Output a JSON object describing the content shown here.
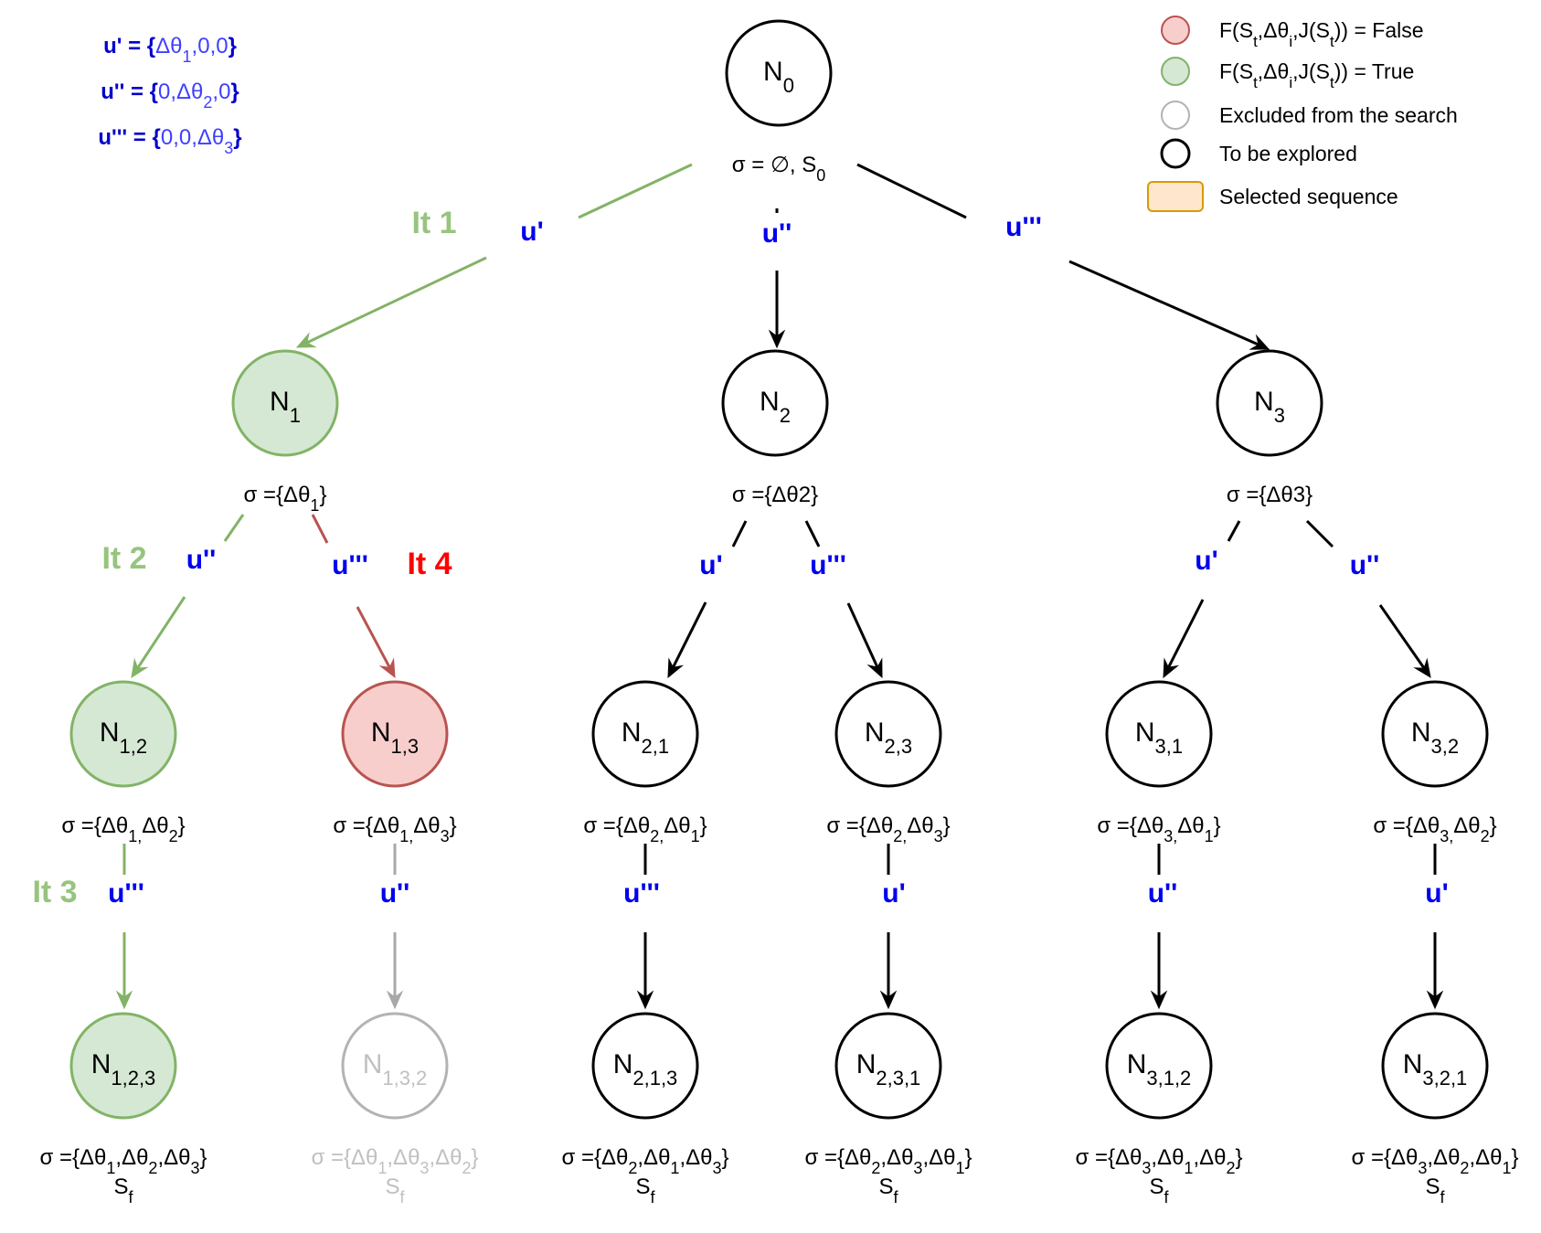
{
  "definitions": [
    {
      "name": "u'",
      "eq": " = {",
      "vals": [
        {
          "t": "Δθ"
        },
        {
          "s": "1"
        },
        {
          "t": ",0,0"
        }
      ],
      "close": "}"
    },
    {
      "name": "u''",
      "eq": " = {",
      "vals": [
        {
          "t": "0,Δθ"
        },
        {
          "s": "2"
        },
        {
          "t": ",0"
        }
      ],
      "close": "}"
    },
    {
      "name": "u'''",
      "eq": " = {",
      "vals": [
        {
          "t": "0,0,Δθ"
        },
        {
          "s": "3"
        }
      ],
      "close": "}"
    }
  ],
  "legend": [
    {
      "kind": "false",
      "parts": [
        {
          "t": "F(S"
        },
        {
          "s": "t"
        },
        {
          "t": ",Δθ"
        },
        {
          "s": "i"
        },
        {
          "t": ",J(S"
        },
        {
          "s": "t"
        },
        {
          "t": ")) = False"
        }
      ]
    },
    {
      "kind": "true",
      "parts": [
        {
          "t": "F(S"
        },
        {
          "s": "t"
        },
        {
          "t": ",Δθ"
        },
        {
          "s": "i"
        },
        {
          "t": ",J(S"
        },
        {
          "s": "t"
        },
        {
          "t": ")) = True"
        }
      ]
    },
    {
      "kind": "excluded",
      "parts": [
        {
          "t": "Excluded from the search"
        }
      ]
    },
    {
      "kind": "explore",
      "parts": [
        {
          "t": "To be explored"
        }
      ]
    },
    {
      "kind": "selected",
      "parts": [
        {
          "t": "Selected sequence"
        }
      ]
    }
  ],
  "colors": {
    "true_fill": "#d5e8d4",
    "true_stroke": "#82b366",
    "false_fill": "#f8cecc",
    "false_stroke": "#b85450",
    "excluded_stroke": "#b3b3b3",
    "excluded_text": "#c0c0c0",
    "selected_fill": "#ffe6cc",
    "selected_stroke": "#d79b00",
    "edge_blue": "#0000ee",
    "iter_green": "#97c47e",
    "iter_red": "#ff0000",
    "def_blue": "#3f3fff",
    "def_name_blue": "#0000cc"
  },
  "nodes": [
    {
      "id": "N0",
      "status": "explore",
      "base": "N",
      "sub": "0",
      "sigma": [
        {
          "t": "σ = ∅, S"
        },
        {
          "s": "0"
        }
      ],
      "sf": ""
    },
    {
      "id": "N1",
      "status": "true",
      "base": "N",
      "sub": "1",
      "sigma": [
        {
          "t": "σ ={Δθ"
        },
        {
          "s": "1"
        },
        {
          "t": "}"
        }
      ],
      "sf": ""
    },
    {
      "id": "N2",
      "status": "explore",
      "base": "N",
      "sub": "2",
      "sigma": [
        {
          "t": "σ ={Δθ2}"
        }
      ],
      "sf": ""
    },
    {
      "id": "N3",
      "status": "explore",
      "base": "N",
      "sub": "3",
      "sigma": [
        {
          "t": "σ ={Δθ3}"
        }
      ],
      "sf": ""
    },
    {
      "id": "N12",
      "status": "true",
      "base": "N",
      "sub": "1,2",
      "sigma": [
        {
          "t": "σ ={Δθ"
        },
        {
          "s": "1,"
        },
        {
          "t": "Δθ"
        },
        {
          "s": "2"
        },
        {
          "t": "}"
        }
      ],
      "sf": ""
    },
    {
      "id": "N13",
      "status": "false",
      "base": "N",
      "sub": "1,3",
      "sigma": [
        {
          "t": "σ ={Δθ"
        },
        {
          "s": "1,"
        },
        {
          "t": "Δθ"
        },
        {
          "s": "3"
        },
        {
          "t": "}"
        }
      ],
      "sf": ""
    },
    {
      "id": "N21",
      "status": "explore",
      "base": "N",
      "sub": "2,1",
      "sigma": [
        {
          "t": "σ ={Δθ"
        },
        {
          "s": "2,"
        },
        {
          "t": "Δθ"
        },
        {
          "s": "1"
        },
        {
          "t": "}"
        }
      ],
      "sf": ""
    },
    {
      "id": "N23",
      "status": "explore",
      "base": "N",
      "sub": "2,3",
      "sigma": [
        {
          "t": "σ ={Δθ"
        },
        {
          "s": "2,"
        },
        {
          "t": "Δθ"
        },
        {
          "s": "3"
        },
        {
          "t": "}"
        }
      ],
      "sf": ""
    },
    {
      "id": "N31",
      "status": "explore",
      "base": "N",
      "sub": "3,1",
      "sigma": [
        {
          "t": "σ ={Δθ"
        },
        {
          "s": "3,"
        },
        {
          "t": "Δθ"
        },
        {
          "s": "1"
        },
        {
          "t": "}"
        }
      ],
      "sf": ""
    },
    {
      "id": "N32",
      "status": "explore",
      "base": "N",
      "sub": "3,2",
      "sigma": [
        {
          "t": "σ ={Δθ"
        },
        {
          "s": "3,"
        },
        {
          "t": "Δθ"
        },
        {
          "s": "2"
        },
        {
          "t": "}"
        }
      ],
      "sf": ""
    },
    {
      "id": "N123",
      "status": "true",
      "base": "N",
      "sub": "1,2,3",
      "sigma": [
        {
          "t": "σ ={Δθ"
        },
        {
          "s": "1"
        },
        {
          "t": ",Δθ"
        },
        {
          "s": "2"
        },
        {
          "t": ",Δθ"
        },
        {
          "s": "3"
        },
        {
          "t": "}"
        }
      ],
      "sf": "S",
      "sf_sub": "f"
    },
    {
      "id": "N132",
      "status": "excluded",
      "base": "N",
      "sub": "1,3,2",
      "sigma": [
        {
          "t": "σ ={Δθ"
        },
        {
          "s": "1"
        },
        {
          "t": ",Δθ"
        },
        {
          "s": "3"
        },
        {
          "t": ",Δθ"
        },
        {
          "s": "2"
        },
        {
          "t": "}"
        }
      ],
      "sf": "S",
      "sf_sub": "f"
    },
    {
      "id": "N213",
      "status": "explore",
      "base": "N",
      "sub": "2,1,3",
      "sigma": [
        {
          "t": "σ ={Δθ"
        },
        {
          "s": "2"
        },
        {
          "t": ",Δθ"
        },
        {
          "s": "1"
        },
        {
          "t": ",Δθ"
        },
        {
          "s": "3"
        },
        {
          "t": "}"
        }
      ],
      "sf": "S",
      "sf_sub": "f"
    },
    {
      "id": "N231",
      "status": "explore",
      "base": "N",
      "sub": "2,3,1",
      "sigma": [
        {
          "t": "σ ={Δθ"
        },
        {
          "s": "2"
        },
        {
          "t": ",Δθ"
        },
        {
          "s": "3"
        },
        {
          "t": ",Δθ"
        },
        {
          "s": "1"
        },
        {
          "t": "}"
        }
      ],
      "sf": "S",
      "sf_sub": "f"
    },
    {
      "id": "N312",
      "status": "explore",
      "base": "N",
      "sub": "3,1,2",
      "sigma": [
        {
          "t": "σ ={Δθ"
        },
        {
          "s": "3"
        },
        {
          "t": ",Δθ"
        },
        {
          "s": "1"
        },
        {
          "t": ",Δθ"
        },
        {
          "s": "2"
        },
        {
          "t": "}"
        }
      ],
      "sf": "S",
      "sf_sub": "f"
    },
    {
      "id": "N321",
      "status": "explore",
      "base": "N",
      "sub": "3,2,1",
      "sigma": [
        {
          "t": "σ ={Δθ"
        },
        {
          "s": "3"
        },
        {
          "t": ",Δθ"
        },
        {
          "s": "2"
        },
        {
          "t": ",Δθ"
        },
        {
          "s": "1"
        },
        {
          "t": "}"
        }
      ],
      "sf": "S",
      "sf_sub": "f"
    }
  ],
  "edges": [
    {
      "from": "N0",
      "to": "N1",
      "label": "u'",
      "status": "true",
      "iteration": "It 1"
    },
    {
      "from": "N0",
      "to": "N2",
      "label": "u''",
      "status": "explore",
      "iteration": ""
    },
    {
      "from": "N0",
      "to": "N3",
      "label": "u'''",
      "status": "explore",
      "iteration": ""
    },
    {
      "from": "N1",
      "to": "N12",
      "label": "u''",
      "status": "true",
      "iteration": "It 2"
    },
    {
      "from": "N1",
      "to": "N13",
      "label": "u'''",
      "status": "false",
      "iteration": "It 4"
    },
    {
      "from": "N2",
      "to": "N21",
      "label": "u'",
      "status": "explore",
      "iteration": ""
    },
    {
      "from": "N2",
      "to": "N23",
      "label": "u'''",
      "status": "explore",
      "iteration": ""
    },
    {
      "from": "N3",
      "to": "N31",
      "label": "u'",
      "status": "explore",
      "iteration": ""
    },
    {
      "from": "N3",
      "to": "N32",
      "label": "u''",
      "status": "explore",
      "iteration": ""
    },
    {
      "from": "N12",
      "to": "N123",
      "label": "u'''",
      "status": "true",
      "iteration": "It 3"
    },
    {
      "from": "N13",
      "to": "N132",
      "label": "u''",
      "status": "excluded",
      "iteration": ""
    },
    {
      "from": "N21",
      "to": "N213",
      "label": "u'''",
      "status": "explore",
      "iteration": ""
    },
    {
      "from": "N23",
      "to": "N231",
      "label": "u'",
      "status": "explore",
      "iteration": ""
    },
    {
      "from": "N31",
      "to": "N312",
      "label": "u''",
      "status": "explore",
      "iteration": ""
    },
    {
      "from": "N32",
      "to": "N321",
      "label": "u'",
      "status": "explore",
      "iteration": ""
    }
  ]
}
